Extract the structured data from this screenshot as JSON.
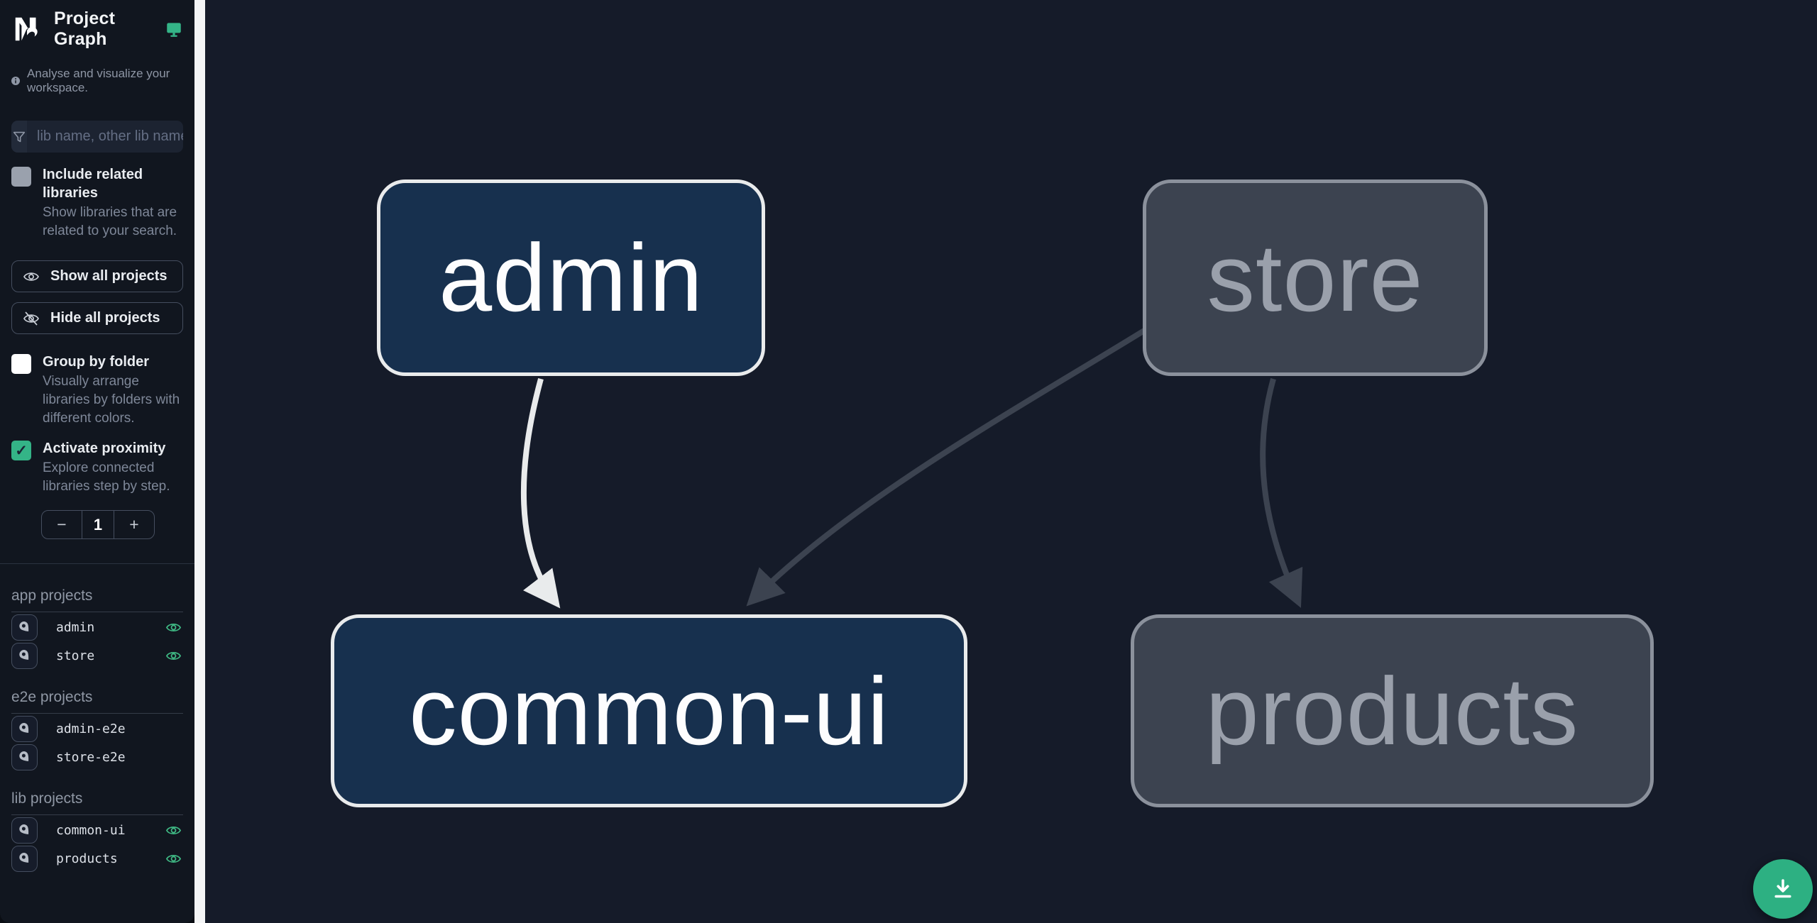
{
  "app": {
    "title": "Project Graph"
  },
  "sidebar": {
    "tagline": "Analyse and visualize your workspace.",
    "search": {
      "placeholder": "lib name, other lib name"
    },
    "buttons": {
      "show_all": "Show all projects",
      "hide_all": "Hide all projects"
    },
    "options": [
      {
        "label": "Include related libraries",
        "description": "Show libraries that are related to your search.",
        "checked": false
      },
      {
        "label": "Group by folder",
        "description": "Visually arrange libraries by folders with different colors.",
        "checked": false
      },
      {
        "label": "Activate proximity",
        "description": "Explore connected libraries step by step.",
        "checked": true
      }
    ],
    "proximity_value": "1",
    "stepper": {
      "decrement": "−",
      "increment": "+"
    },
    "sections": [
      {
        "title": "app projects",
        "items": [
          {
            "name": "admin",
            "visible": true
          },
          {
            "name": "store",
            "visible": true
          }
        ]
      },
      {
        "title": "e2e projects",
        "items": [
          {
            "name": "admin-e2e",
            "visible": false
          },
          {
            "name": "store-e2e",
            "visible": false
          }
        ]
      },
      {
        "title": "lib projects",
        "items": [
          {
            "name": "common-ui",
            "visible": true
          },
          {
            "name": "products",
            "visible": true
          }
        ]
      }
    ]
  },
  "graph": {
    "nodes": [
      {
        "id": "admin",
        "label": "admin",
        "state": "focused"
      },
      {
        "id": "store",
        "label": "store",
        "state": "dimmed"
      },
      {
        "id": "common-ui",
        "label": "common-ui",
        "state": "focused"
      },
      {
        "id": "products",
        "label": "products",
        "state": "dimmed"
      }
    ],
    "edges": [
      {
        "from": "admin",
        "to": "common-ui",
        "highlighted": true
      },
      {
        "from": "store",
        "to": "common-ui",
        "highlighted": false
      },
      {
        "from": "store",
        "to": "products",
        "highlighted": false
      }
    ]
  },
  "colors": {
    "accent_green": "#34b487",
    "node_focused_fill": "#17304e",
    "node_focused_border": "#e9ebec",
    "node_dimmed_fill": "#3c4350",
    "node_dimmed_border": "#8b919c",
    "edge_highlighted": "#e9ebec",
    "edge_dimmed": "#3c4350",
    "sidebar_bg": "#11161f",
    "canvas_bg": "#151b29"
  },
  "fab": {
    "icon": "download-icon"
  }
}
